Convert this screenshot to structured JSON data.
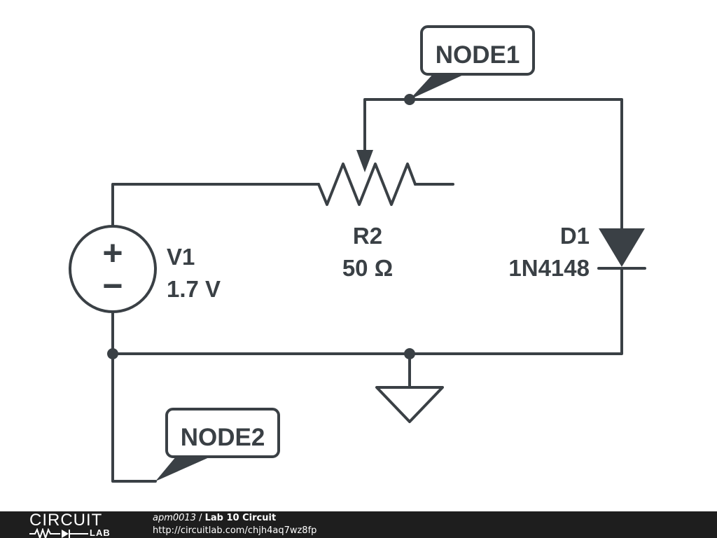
{
  "schematic": {
    "node1_label": "NODE1",
    "node2_label": "NODE2",
    "v1": {
      "name": "V1",
      "value": "1.7 V",
      "plus": "+",
      "minus": "−"
    },
    "r2": {
      "name": "R2",
      "value": "50 Ω"
    },
    "d1": {
      "name": "D1",
      "part": "1N4148"
    }
  },
  "footer": {
    "logo_top": "CIRCUIT",
    "logo_bottom": "LAB",
    "author": "apm0013",
    "separator": " / ",
    "title": "Lab 10 Circuit",
    "url": "http://circuitlab.com/chjh4aq7wz8fp"
  },
  "colors": {
    "ink": "#3a4045",
    "footer_bg": "#1e1e1e",
    "background": "#ffffff"
  }
}
